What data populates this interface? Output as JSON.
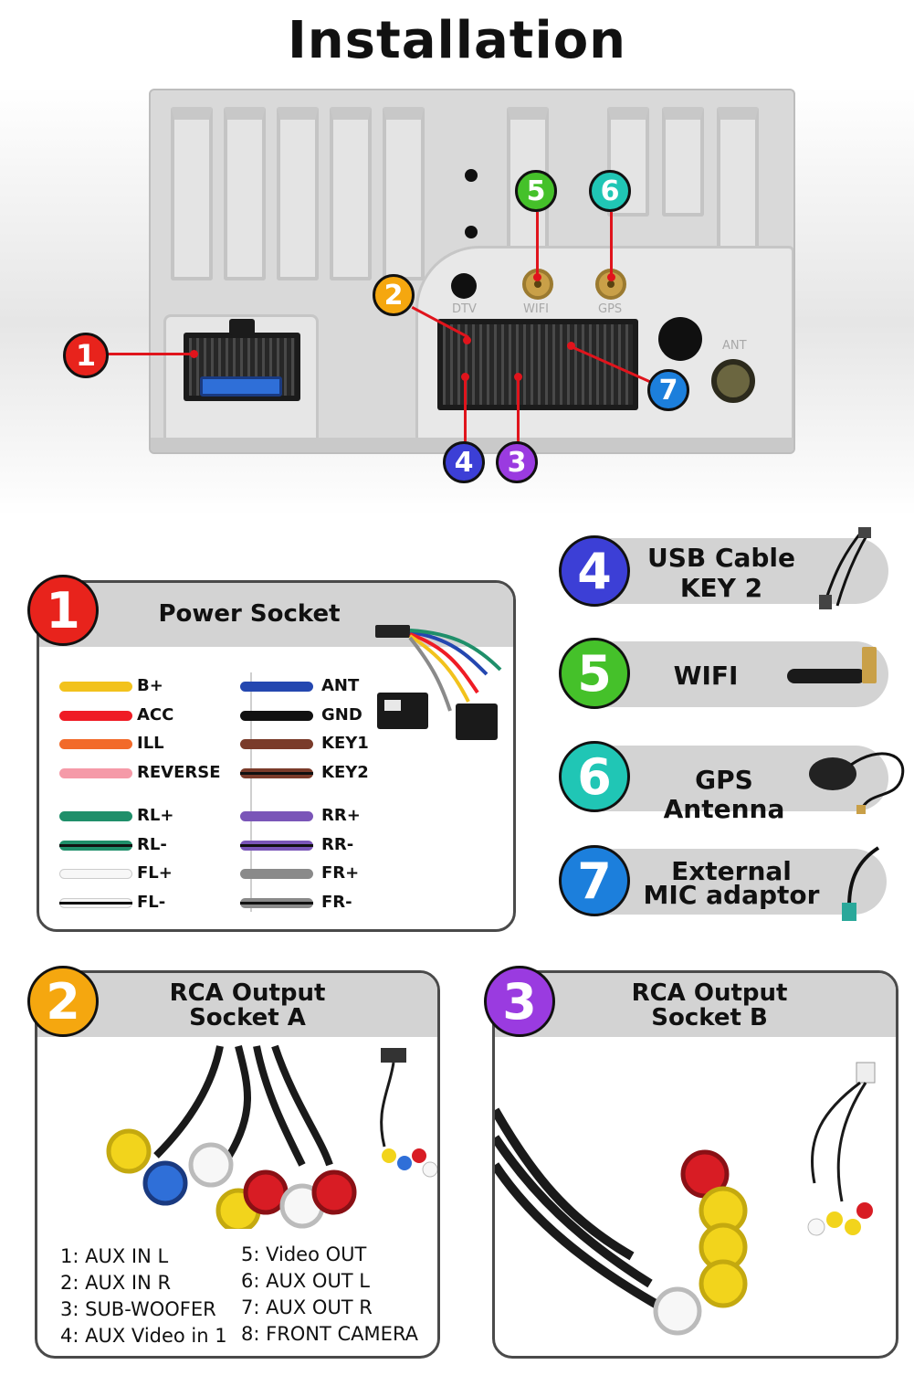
{
  "title": "Installation",
  "panel": {
    "port_labels": [
      "DTV",
      "WIFI",
      "GPS",
      "ANT"
    ],
    "callouts": [
      "1",
      "2",
      "3",
      "4",
      "5",
      "6",
      "7"
    ]
  },
  "power_socket": {
    "number": "1",
    "title": "Power Socket",
    "left_wires": [
      {
        "label": "B+",
        "color": "#f2c21c",
        "stripe": ""
      },
      {
        "label": "ACC",
        "color": "#ef1c25",
        "stripe": ""
      },
      {
        "label": "ILL",
        "color": "#f26a2a",
        "stripe": ""
      },
      {
        "label": "REVERSE",
        "color": "#f59aa8",
        "stripe": ""
      },
      {
        "label": "RL+",
        "color": "#1f8f6a",
        "stripe": ""
      },
      {
        "label": "RL-",
        "color": "#1f8f6a",
        "stripe": "#111111"
      },
      {
        "label": "FL+",
        "color": "#f7f7f7",
        "stripe": ""
      },
      {
        "label": "FL-",
        "color": "#f7f7f7",
        "stripe": "#111111"
      }
    ],
    "right_wires": [
      {
        "label": "ANT",
        "color": "#2447b0",
        "stripe": ""
      },
      {
        "label": "GND",
        "color": "#111111",
        "stripe": ""
      },
      {
        "label": "KEY1",
        "color": "#7a3b2a",
        "stripe": ""
      },
      {
        "label": "KEY2",
        "color": "#7a3b2a",
        "stripe": "#111111"
      },
      {
        "label": "RR+",
        "color": "#7a55b8",
        "stripe": ""
      },
      {
        "label": "RR-",
        "color": "#7a55b8",
        "stripe": "#111111"
      },
      {
        "label": "FR+",
        "color": "#8a8a8a",
        "stripe": ""
      },
      {
        "label": "FR-",
        "color": "#8a8a8a",
        "stripe": "#111111"
      }
    ]
  },
  "accessories": [
    {
      "number": "4",
      "label_lines": [
        "USB Cable",
        "KEY 2"
      ]
    },
    {
      "number": "5",
      "label_lines": [
        "WIFI"
      ]
    },
    {
      "number": "6",
      "label_lines": [
        "GPS Antenna"
      ]
    },
    {
      "number": "7",
      "label_lines": [
        "External",
        "MIC adaptor"
      ]
    }
  ],
  "rca_a": {
    "number": "2",
    "title_lines": [
      "RCA Output",
      "Socket A"
    ],
    "items_left": [
      "1: AUX IN L",
      "2: AUX IN R",
      "3: SUB-WOOFER",
      "4: AUX Video in 1"
    ],
    "items_right": [
      "5: Video OUT",
      "6: AUX OUT L",
      "7: AUX OUT R",
      "8: FRONT CAMERA"
    ]
  },
  "rca_b": {
    "number": "3",
    "title_lines": [
      "RCA Output",
      "Socket B"
    ]
  }
}
